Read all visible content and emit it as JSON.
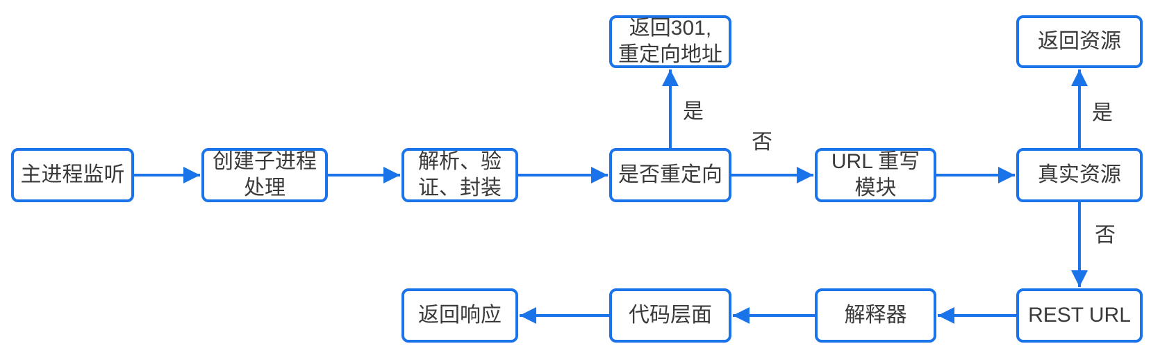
{
  "diagram": {
    "type": "flowchart",
    "colors": {
      "line": "#1a73e8",
      "text": "#3a3a3a",
      "background": "#ffffff"
    },
    "nodes": {
      "main_listen": {
        "label": "主进程监听"
      },
      "create_child": {
        "label": "创建子进程\n处理"
      },
      "parse_validate": {
        "label": "解析、验\n证、封装"
      },
      "is_redirect": {
        "label": "是否重定向"
      },
      "url_rewrite": {
        "label": "URL 重写\n模块"
      },
      "real_resource": {
        "label": "真实资源"
      },
      "return_301": {
        "label": "返回301,\n重定向地址"
      },
      "return_resource": {
        "label": "返回资源"
      },
      "return_response": {
        "label": "返回响应"
      },
      "code_layer": {
        "label": "代码层面"
      },
      "interpreter": {
        "label": "解释器"
      },
      "rest_url": {
        "label": "REST URL"
      }
    },
    "edges": {
      "listen_to_child": {
        "from": "main_listen",
        "to": "create_child",
        "label": ""
      },
      "child_to_parse": {
        "from": "create_child",
        "to": "parse_validate",
        "label": ""
      },
      "parse_to_redirect": {
        "from": "parse_validate",
        "to": "is_redirect",
        "label": ""
      },
      "redirect_yes": {
        "from": "is_redirect",
        "to": "return_301",
        "label": "是"
      },
      "redirect_no": {
        "from": "is_redirect",
        "to": "url_rewrite",
        "label": "否"
      },
      "rewrite_to_resource": {
        "from": "url_rewrite",
        "to": "real_resource",
        "label": ""
      },
      "resource_yes": {
        "from": "real_resource",
        "to": "return_resource",
        "label": "是"
      },
      "resource_no": {
        "from": "real_resource",
        "to": "rest_url",
        "label": "否"
      },
      "rest_to_interpreter": {
        "from": "rest_url",
        "to": "interpreter",
        "label": ""
      },
      "interpreter_to_code": {
        "from": "interpreter",
        "to": "code_layer",
        "label": ""
      },
      "code_to_response": {
        "from": "code_layer",
        "to": "return_response",
        "label": ""
      }
    }
  }
}
